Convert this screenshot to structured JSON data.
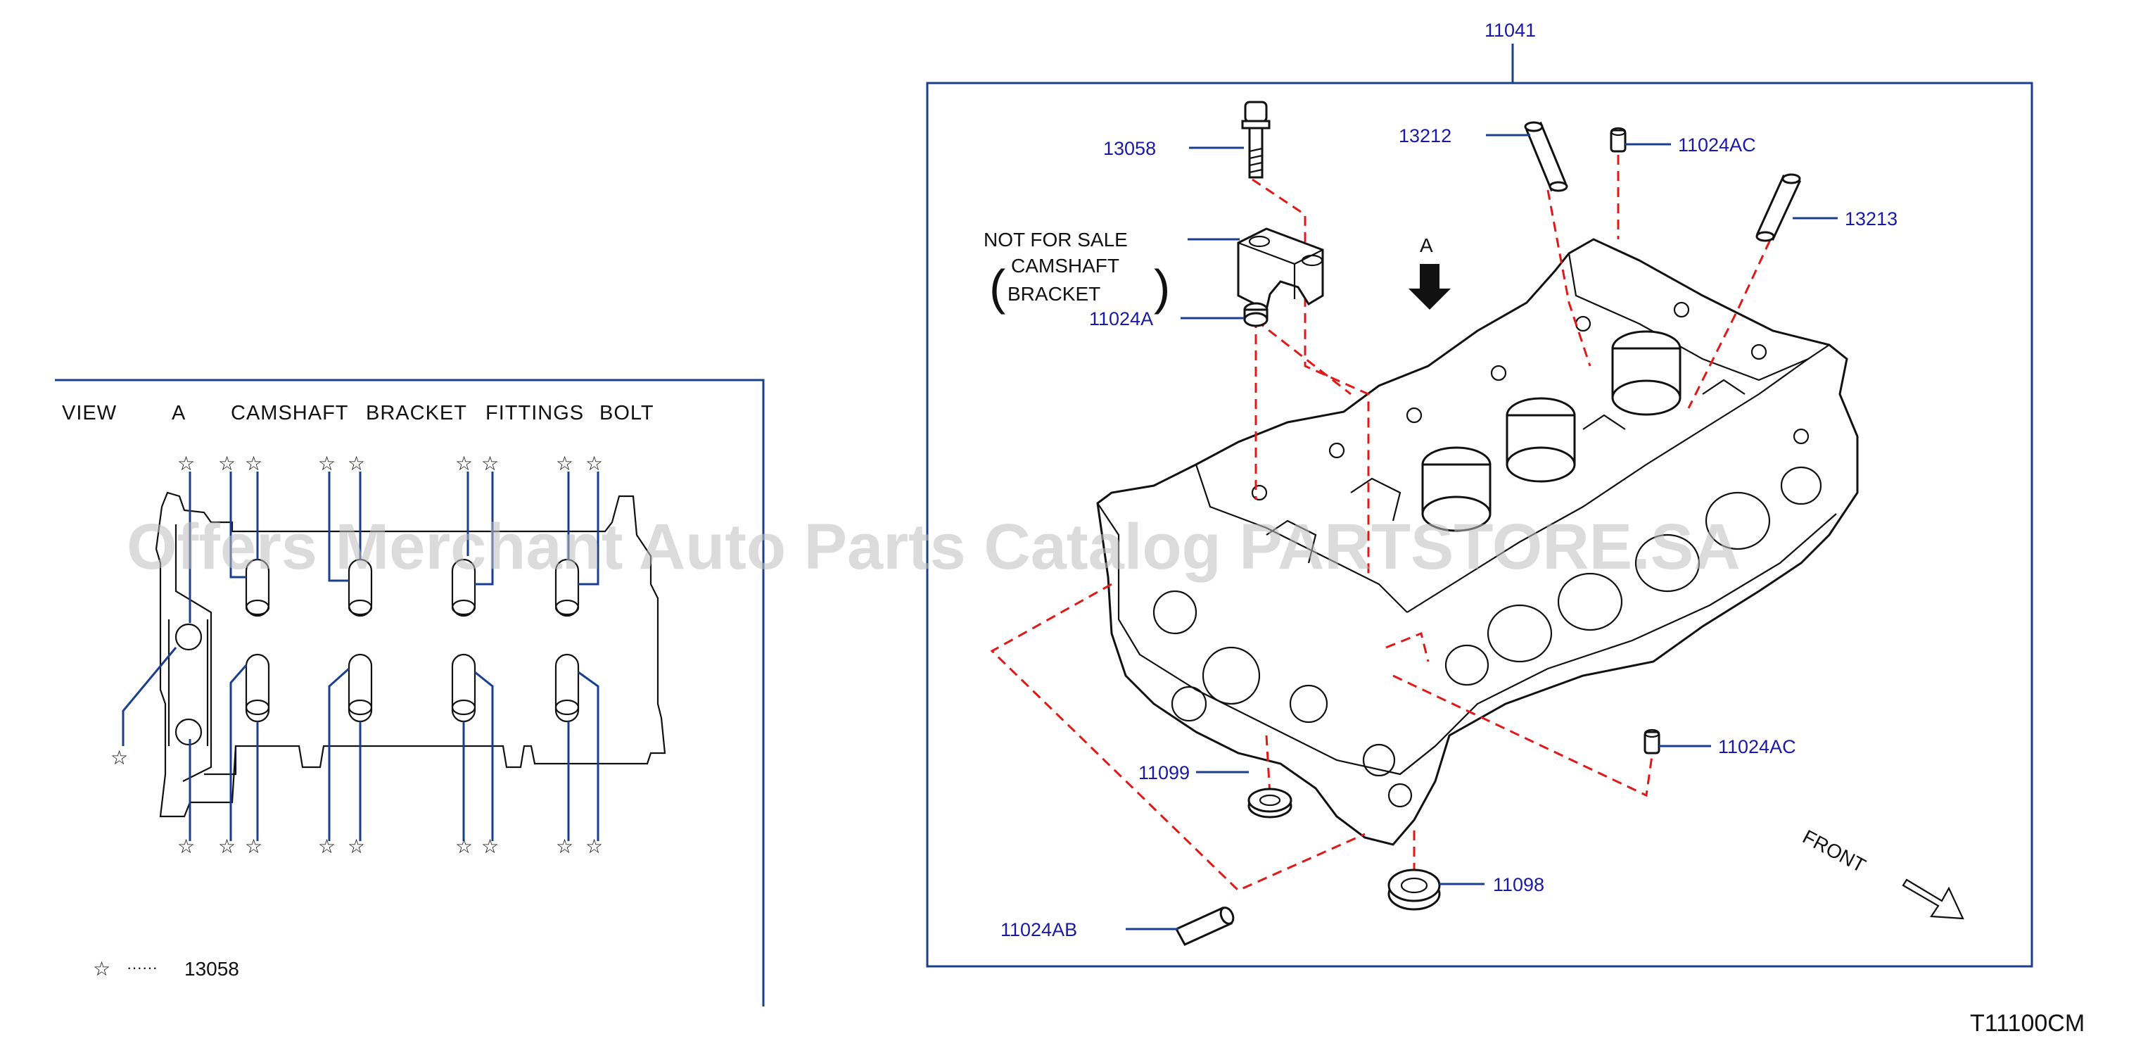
{
  "diagram_code": "T11100CM",
  "watermark": "Offers Merchant Auto Parts Catalog PARTSTORE.SA",
  "view_a": {
    "heading": [
      "VIEW",
      "A",
      "CAMSHAFT",
      "BRACKET",
      "FITTINGS",
      "BOLT"
    ],
    "legend_symbol": "☆",
    "legend_dots": "······",
    "legend_part": "13058",
    "star": "☆"
  },
  "main": {
    "assembly_part": "11041",
    "view_arrow_label": "A",
    "front_label": "FRONT",
    "note": {
      "line1": "NOT  FOR  SALE",
      "line2": "CAMSHAFT",
      "line3": "BRACKET",
      "paren_left": "(",
      "paren_right": ")"
    },
    "callouts": {
      "p13058": "13058",
      "p13212": "13212",
      "p11024AC_top": "11024AC",
      "p13213": "13213",
      "p11024A": "11024A",
      "p11099": "11099",
      "p11024AC_right": "11024AC",
      "p11098": "11098",
      "p11024AB": "11024AB"
    }
  },
  "colors": {
    "callout_text": "#1a1aa6",
    "leader_line": "#1a3f8f",
    "dashed_line": "#e01818",
    "outline": "#111111"
  }
}
